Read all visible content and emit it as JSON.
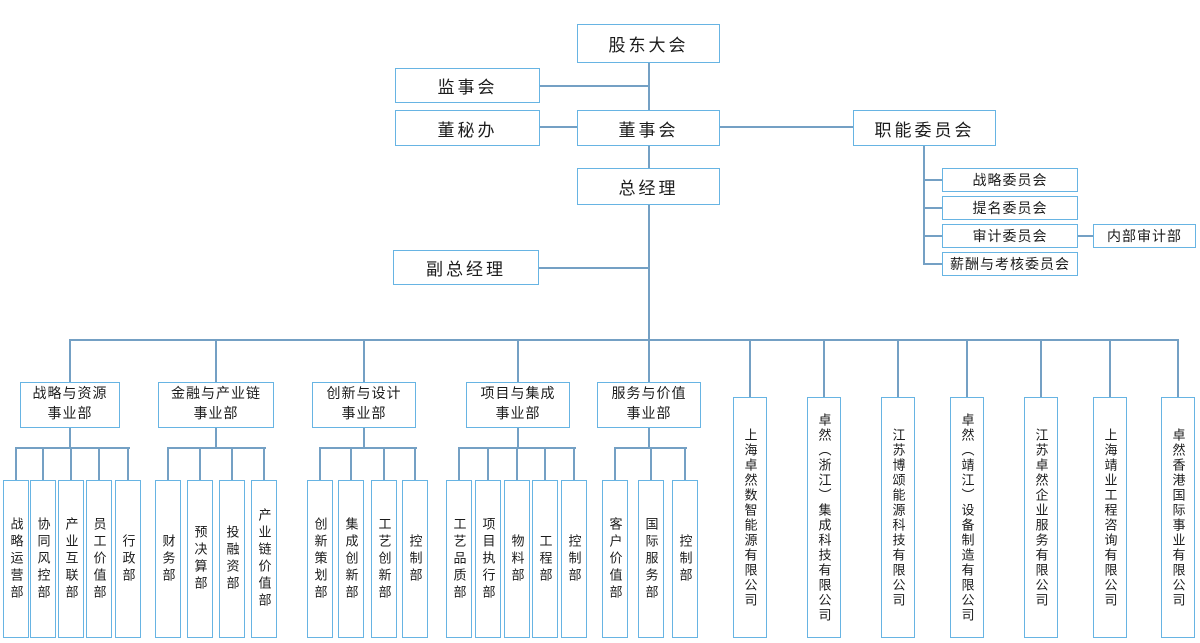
{
  "colors": {
    "box_border": "#67b4e3",
    "connector": "#74a0c4",
    "text": "#1b1b1b"
  },
  "top": {
    "shareholders": "股东大会",
    "supervisory_board": "监事会",
    "board_secretary_office": "董秘办",
    "board_of_directors": "董事会",
    "functional_committees": "职能委员会",
    "general_manager": "总经理",
    "deputy_general_manager": "副总经理"
  },
  "committees": [
    "战略委员会",
    "提名委员会",
    "审计委员会",
    "薪酬与考核委员会"
  ],
  "internal_audit_dept": "内部审计部",
  "divisions": [
    {
      "line1": "战略与资源",
      "line2": "事业部",
      "depts": [
        "战略运营部",
        "协同风控部",
        "产业互联部",
        "员工价值部",
        "行政部"
      ]
    },
    {
      "line1": "金融与产业链",
      "line2": "事业部",
      "depts": [
        "财务部",
        "预决算部",
        "投融资部",
        "产业链价值部"
      ]
    },
    {
      "line1": "创新与设计",
      "line2": "事业部",
      "depts": [
        "创新策划部",
        "集成创新部",
        "工艺创新部",
        "控制部"
      ]
    },
    {
      "line1": "项目与集成",
      "line2": "事业部",
      "depts": [
        "工艺品质部",
        "项目执行部",
        "物料部",
        "工程部",
        "控制部"
      ]
    },
    {
      "line1": "服务与价值",
      "line2": "事业部",
      "depts": [
        "客户价值部",
        "国际服务部",
        "控制部"
      ]
    }
  ],
  "companies": [
    "上海卓然数智能源有限公司",
    "卓然（浙江）集成科技有限公司",
    "江苏博颂能源科技有限公司",
    "卓然（靖江）设备制造有限公司",
    "江苏卓然企业服务有限公司",
    "上海靖业工程咨询有限公司",
    "卓然香港国际事业有限公司"
  ]
}
